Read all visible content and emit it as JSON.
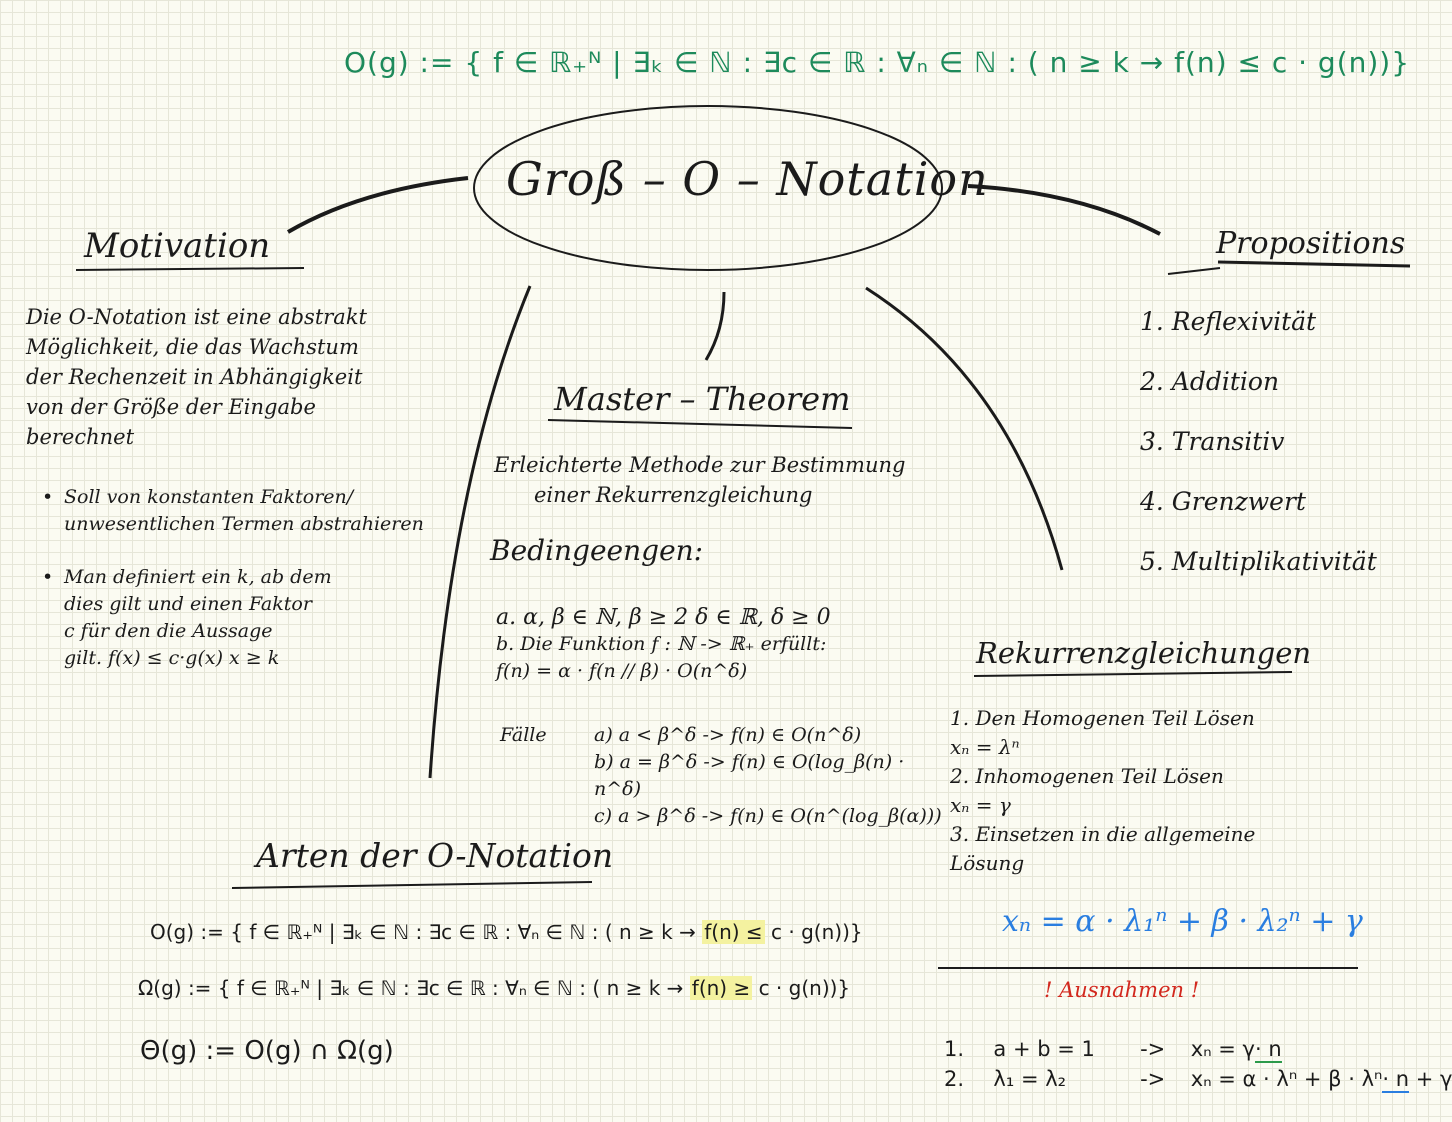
{
  "top_formula": "O(g) := { f ∈ ℝ₊ᴺ | ∃ₖ ∈ ℕ : ∃c ∈ ℝ : ∀ₙ ∈ ℕ : ( n ≥ k → f(n) ≤ c · g(n))}",
  "center_title": "Groß – O – Notation",
  "motivation": {
    "heading": "Motivation",
    "intro": [
      "Die O-Notation ist eine abstrakt",
      "Möglichkeit, die das Wachstum",
      "der Rechenzeit in Abhängigkeit",
      "von der Größe der Eingabe",
      "berechnet"
    ],
    "bullets": [
      [
        "Soll von konstanten Faktoren/",
        "unwesentlichen Termen abstrahieren"
      ],
      [
        "Man definiert ein k, ab dem",
        "dies gilt und einen Faktor",
        "c für den die Aussage",
        "gilt.    f(x) ≤ c·g(x)    x ≥ k"
      ]
    ]
  },
  "master": {
    "heading": "Master – Theorem",
    "intro": [
      "Erleichterte Methode zur Bestimmung",
      "einer Rekurrenzgleichung"
    ],
    "cond_heading": "Bedingeengen:",
    "conditions": [
      "a.  α, β ∈ ℕ,   β ≥ 2   δ ∈ ℝ, δ ≥ 0",
      "b.  Die Funktion  f : ℕ -> ℝ₊  erfüllt:",
      "         f(n) = α · f(n // β) · O(n^δ)"
    ],
    "cases_label": "Fälle",
    "cases": [
      "a)  a < β^δ  -> f(n) ∈ O(n^δ)",
      "b)  a = β^δ  -> f(n) ∈ O(log_β(n) · n^δ)",
      "c)  a > β^δ  -> f(n) ∈ O(n^(log_β(α)))"
    ]
  },
  "propositions": {
    "heading": "Propositions",
    "items": [
      "1.  Reflexivität",
      "2.  Addition",
      "3.  Transitiv",
      "4.  Grenzwert",
      "5.  Multiplikativität"
    ]
  },
  "rekurrenz": {
    "heading": "Rekurrenzgleichungen",
    "steps": [
      [
        "1.  Den Homogenen Teil Lösen",
        "       xₙ = λⁿ"
      ],
      [
        "2.  Inhomogenen Teil Lösen",
        "       xₙ = γ"
      ],
      [
        "3.  Einsetzen in die allgemeine",
        "      Lösung"
      ]
    ],
    "general_solution": "xₙ = α · λ₁ⁿ + β · λ₂ⁿ + γ",
    "exceptions_title": "! Ausnahmen !",
    "exceptions": [
      {
        "num": "1.",
        "cond": "a + b = 1",
        "arrow": "->",
        "result_pre": "xₙ = γ",
        "result_hl": "· n",
        "result_post": ""
      },
      {
        "num": "2.",
        "cond": "λ₁ = λ₂",
        "arrow": "->",
        "result_pre": "xₙ = α · λⁿ + β · λⁿ",
        "result_hl": "· n",
        "result_post": " + γ"
      }
    ]
  },
  "arten": {
    "heading": "Arten der O-Notation",
    "big_o": {
      "pre": "O(g) := { f ∈ ℝ₊ᴺ | ∃ₖ ∈ ℕ : ∃c ∈ ℝ : ∀ₙ ∈ ℕ : ( n ≥ k → ",
      "hl": "f(n) ≤",
      "post": " c · g(n))}"
    },
    "omega": {
      "pre": "Ω(g) := { f ∈ ℝ₊ᴺ | ∃ₖ ∈ ℕ : ∃c ∈ ℝ : ∀ₙ ∈ ℕ : ( n ≥ k → ",
      "hl": "f(n) ≥",
      "post": " c · g(n))}"
    },
    "theta": "Θ(g) :=  O(g)  ∩  Ω(g)"
  }
}
